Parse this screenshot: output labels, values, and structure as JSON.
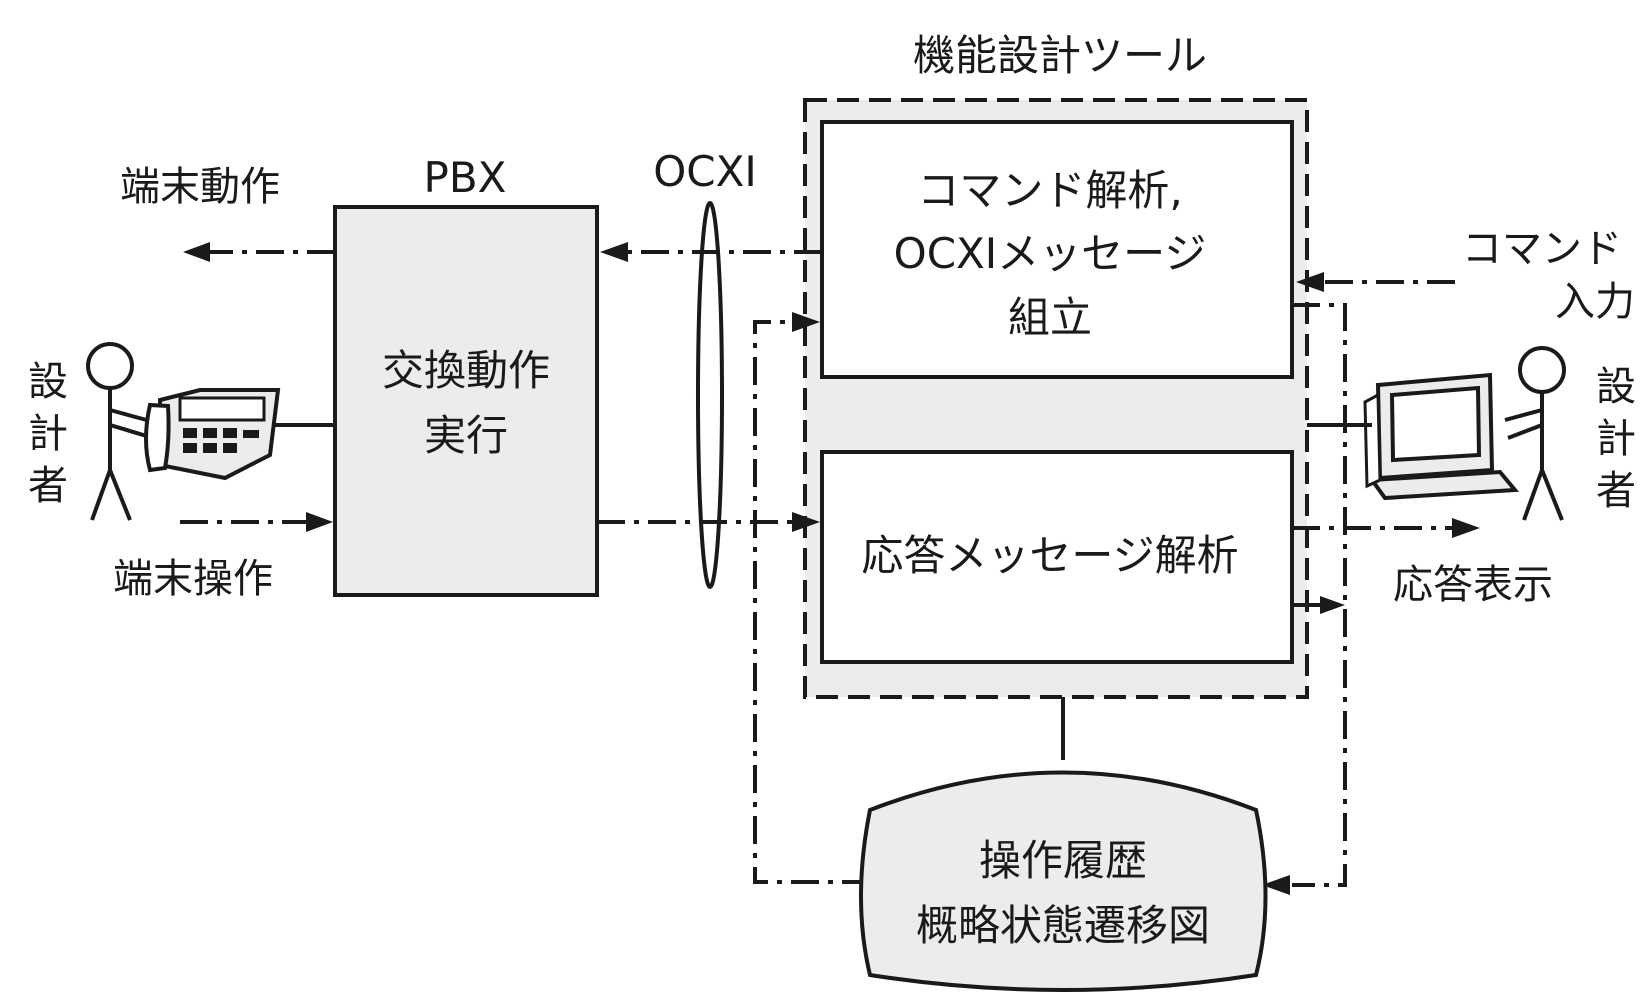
{
  "tool": {
    "title": "機能設計ツール"
  },
  "pbx": {
    "title": "PBX",
    "body_line1": "交換動作",
    "body_line2": "実行"
  },
  "ocxi": {
    "label": "OCXI"
  },
  "terminal": {
    "action": "端末動作",
    "operation": "端末操作"
  },
  "designer_left": {
    "chars": [
      "設",
      "計",
      "者"
    ]
  },
  "designer_right": {
    "chars": [
      "設",
      "計",
      "者"
    ]
  },
  "command_box": {
    "line1": "コマンド解析,",
    "line2": "OCXIメッセージ",
    "line3": "組立"
  },
  "response_box": {
    "text": "応答メッセージ解析"
  },
  "command_input": {
    "line1": "コマンド",
    "line2": "入力"
  },
  "response_display": {
    "label": "応答表示"
  },
  "history": {
    "line1": "操作履歴",
    "line2": "概略状態遷移図"
  },
  "colors": {
    "ink": "#1a1a1a",
    "shade": "#ececec",
    "paper": "#ffffff"
  }
}
